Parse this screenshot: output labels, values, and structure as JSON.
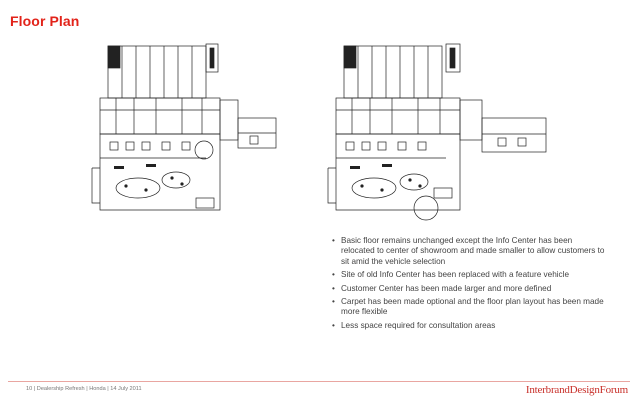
{
  "page": {
    "title": "Floor Plan"
  },
  "bullets": [
    "Basic floor remains unchanged except the Info Center has been relocated to center of showroom and made smaller to allow customers to sit amid the vehicle selection",
    "Site of old Info Center has been replaced with a feature vehicle",
    "Customer Center has been made larger and more defined",
    "Carpet has been made optional and the floor plan layout has been made more flexible",
    "Less space required for consultation areas"
  ],
  "footer": {
    "left": "10 | Dealership Refresh | Honda | 14 July 2011",
    "brand": "InterbrandDesignForum"
  },
  "colors": {
    "accent": "#e2231a",
    "brand": "#c8302a",
    "rule": "#e9a6a1",
    "line_drawing": "#222222"
  }
}
